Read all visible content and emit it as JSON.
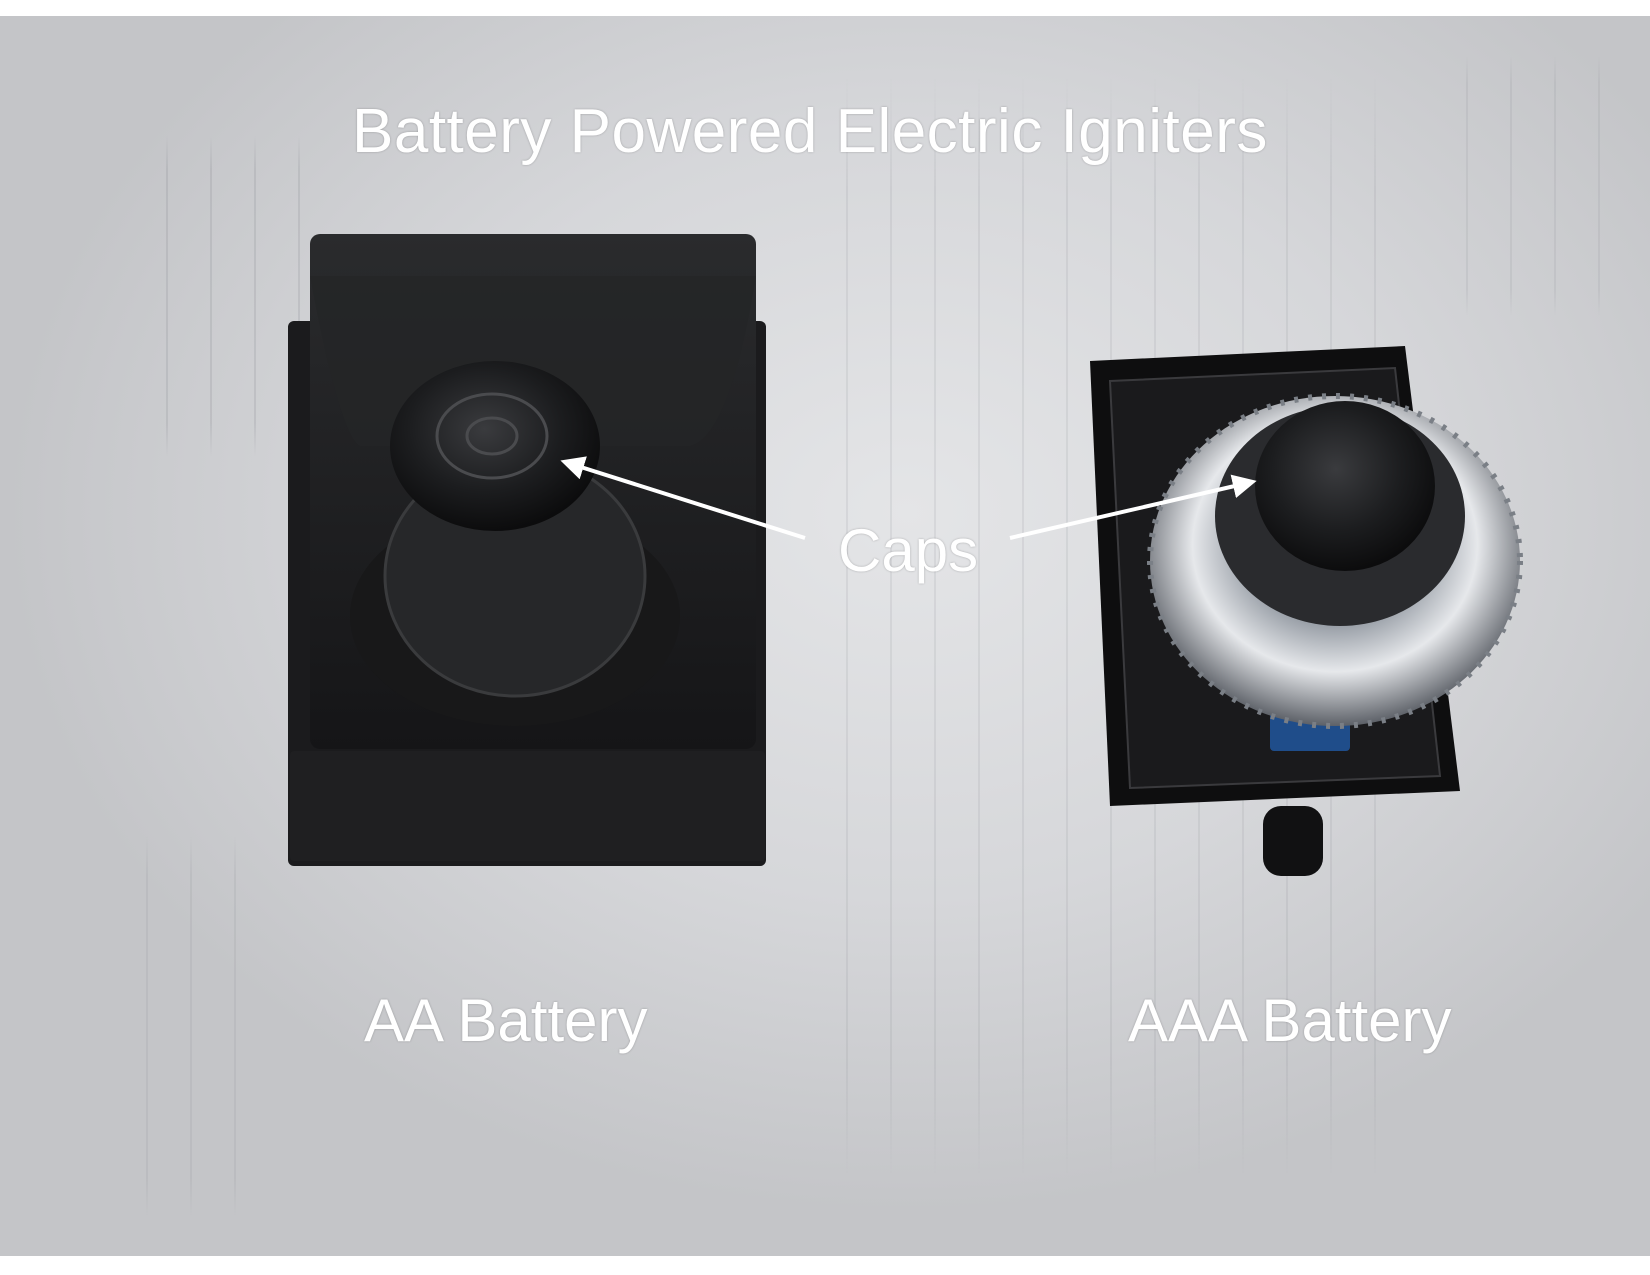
{
  "title": "Battery Powered Electric Igniters",
  "callout": {
    "label": "Caps"
  },
  "labels": {
    "left": "AA Battery",
    "right": "AAA Battery"
  },
  "colors": {
    "background": "#ffffff",
    "paper": "#d9dadc",
    "igniter_body": "#1a1a1c",
    "chrome_ring": "#bfc3c8",
    "text": "#ffffff"
  }
}
